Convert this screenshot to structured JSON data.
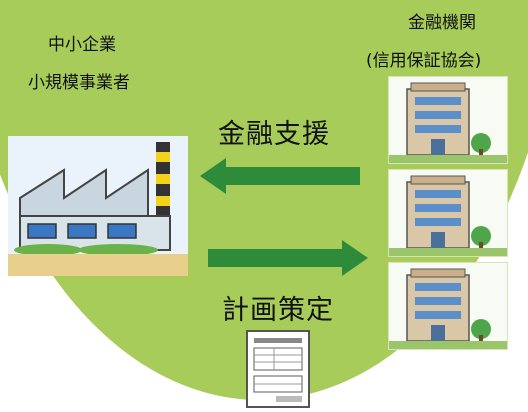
{
  "sme": {
    "line1": "中小企業",
    "line2": "小規模事業者"
  },
  "finance": {
    "line1": "金融機関",
    "line2": "(信用保証協会)"
  },
  "arrows": {
    "support_label": "金融支援",
    "plan_label": "計画策定"
  },
  "colors": {
    "background_circle": "#a8cc5a",
    "arrow": "#2e8b3a"
  },
  "icons": {
    "factory": "factory-icon",
    "building": "office-building-icon",
    "document": "plan-document-icon"
  }
}
